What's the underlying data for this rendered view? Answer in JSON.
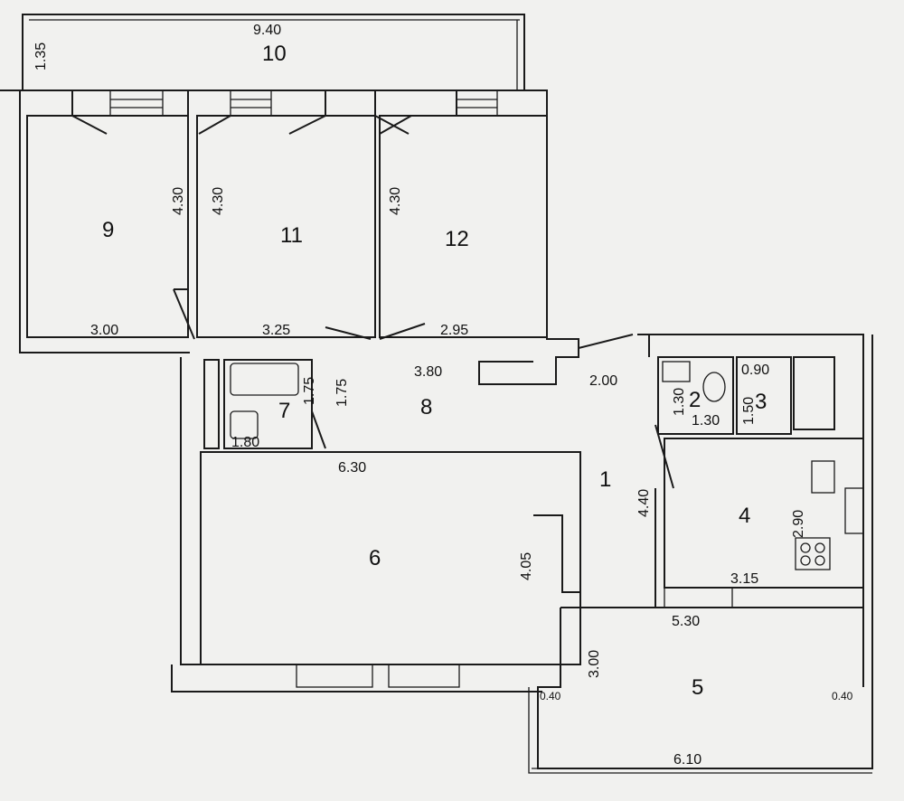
{
  "rooms": [
    {
      "id": "1"
    },
    {
      "id": "2"
    },
    {
      "id": "3"
    },
    {
      "id": "4"
    },
    {
      "id": "5"
    },
    {
      "id": "6"
    },
    {
      "id": "7"
    },
    {
      "id": "8"
    },
    {
      "id": "9"
    },
    {
      "id": "10"
    },
    {
      "id": "11"
    },
    {
      "id": "12"
    }
  ],
  "dimensions": {
    "r10_width": "9.40",
    "r10_depth": "1.35",
    "r9_height": "4.30",
    "r9_width": "3.00",
    "r11_height": "4.30",
    "r11_width": "3.25",
    "r12_height": "4.30",
    "r12_width": "2.95",
    "r7_height": "1.75",
    "r7_width": "1.80",
    "r8_height": "1.75",
    "r8_width": "3.80",
    "r1_top": "2.00",
    "r1_height": "4.40",
    "r2_height": "1.30",
    "r2_width": "1.30",
    "r3_width": "0.90",
    "r3_height": "1.50",
    "r4_height": "2.90",
    "r4_width": "3.15",
    "r6_width": "6.30",
    "r6_height": "4.05",
    "r5_width": "5.30",
    "r5_depth": "3.00",
    "r5_side_left": "0.40",
    "r5_side_right": "0.40",
    "r5_outer": "6.10"
  }
}
